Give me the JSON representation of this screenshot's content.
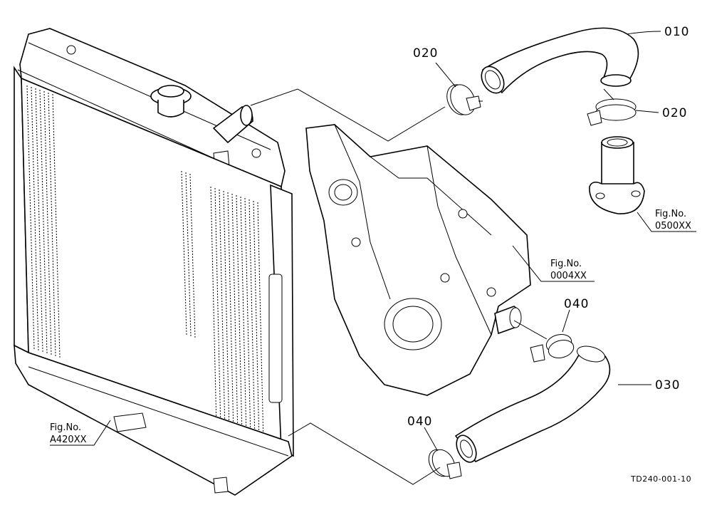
{
  "callouts": {
    "p010": "010",
    "p020_top": "020",
    "p020_right": "020",
    "p030": "030",
    "p040_right": "040",
    "p040_bottom": "040"
  },
  "figure_refs": {
    "radiator": {
      "label": "Fig.No.",
      "number": "A420XX"
    },
    "gear_case": {
      "label": "Fig.No.",
      "number": "0004XX"
    },
    "water_flange": {
      "label": "Fig.No.",
      "number": "0500XX"
    }
  },
  "document_id": "TD240-001-10"
}
